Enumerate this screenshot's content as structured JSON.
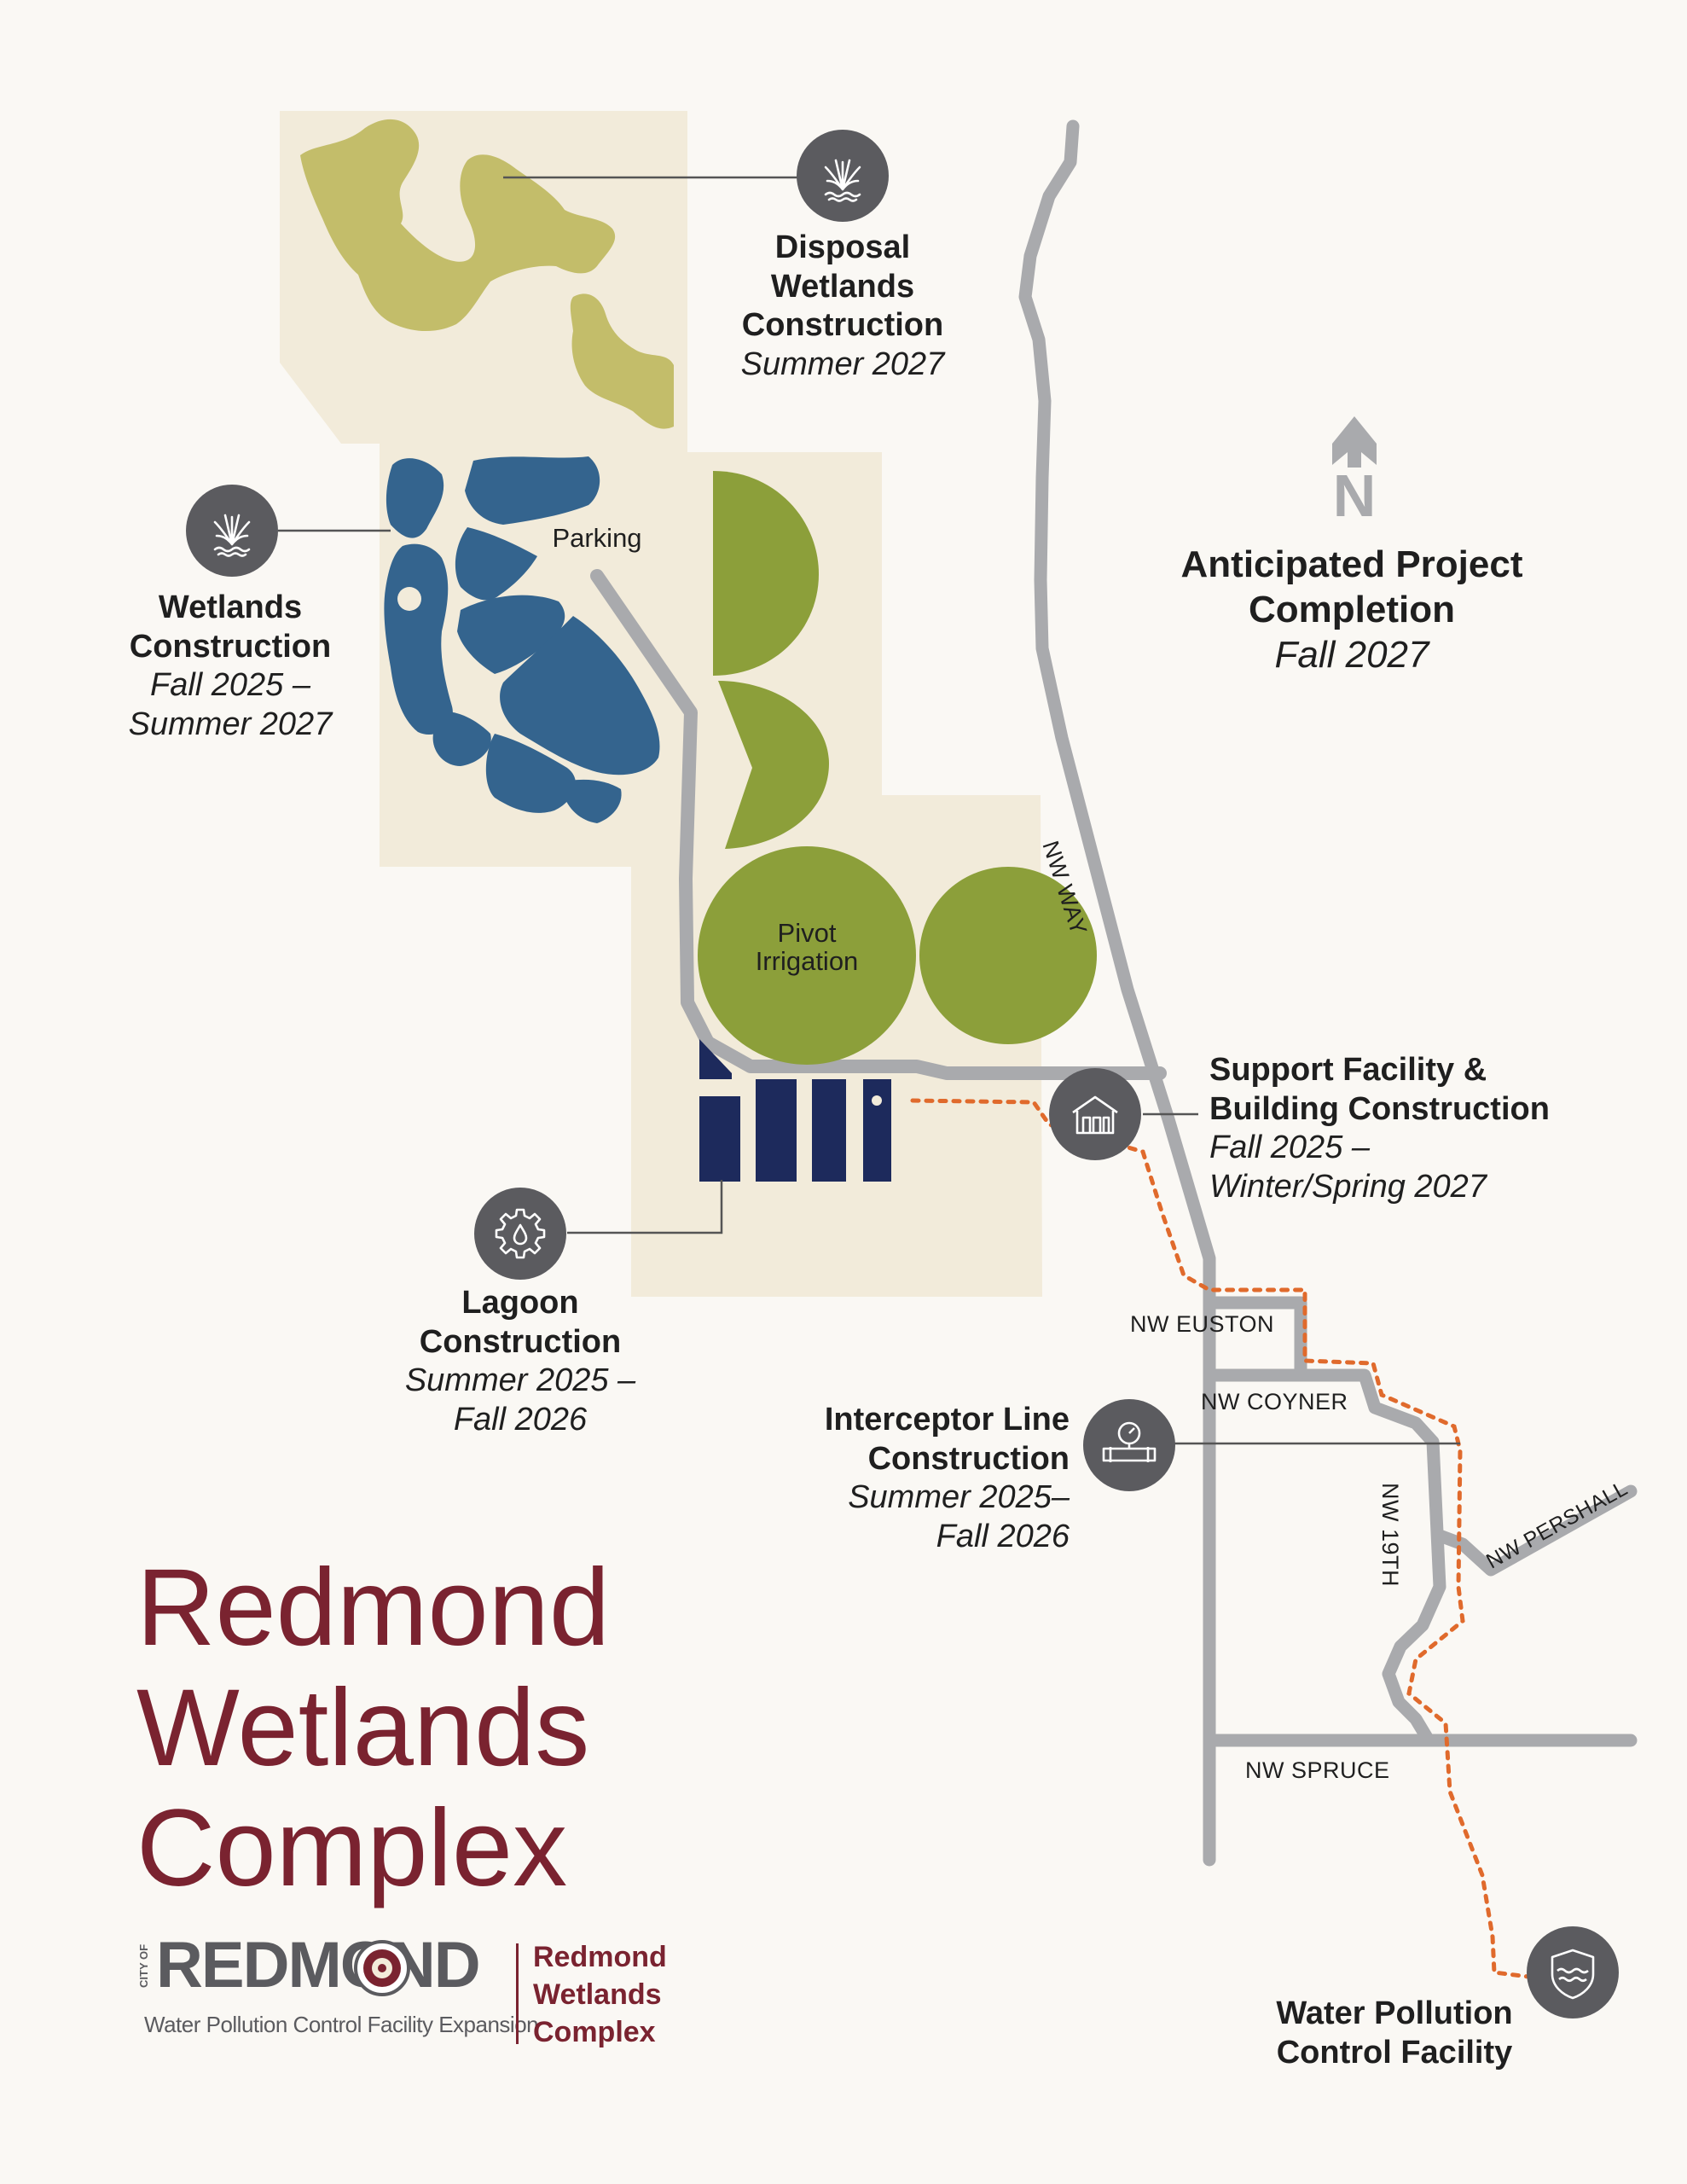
{
  "colors": {
    "background": "#faf8f4",
    "land": "#f2ebda",
    "disposal_wetlands": "#c3bd6a",
    "wetlands": "#34648e",
    "pivot_irrigation": "#8c9f3a",
    "lagoons": "#1d2a5c",
    "roads": "#a9aaad",
    "interceptor_line": "#e06a2c",
    "badge": "#5b5b5f",
    "title": "#7a2330"
  },
  "labels": {
    "disposal": {
      "title": [
        "Disposal",
        "Wetlands",
        "Construction"
      ],
      "date": [
        "Summer 2027"
      ]
    },
    "wetlands": {
      "title": [
        "Wetlands",
        "Construction"
      ],
      "date": [
        "Fall 2025 –",
        "Summer 2027"
      ]
    },
    "support": {
      "title": [
        "Support Facility &",
        "Building Construction"
      ],
      "date": [
        "Fall 2025 –",
        "Winter/Spring 2027"
      ]
    },
    "lagoon": {
      "title": [
        "Lagoon",
        "Construction"
      ],
      "date": [
        "Summer 2025 –",
        "Fall 2026"
      ]
    },
    "interceptor": {
      "title": [
        "Interceptor Line",
        "Construction"
      ],
      "date": [
        "Summer 2025–",
        "Fall 2026"
      ]
    },
    "wpcf": {
      "title": [
        "Water Pollution",
        "Control Facility"
      ]
    },
    "completion": {
      "title": [
        "Anticipated Project",
        "Completion"
      ],
      "date": [
        "Fall 2027"
      ]
    }
  },
  "areas": {
    "parking": "Parking",
    "pivot": [
      "Pivot",
      "Irrigation"
    ]
  },
  "streets": {
    "nw_way": "NW WAY",
    "nw_euston": "NW EUSTON",
    "nw_coyner": "NW COYNER",
    "nw_19th": "NW 19TH",
    "nw_pershall": "NW PERSHALL",
    "nw_spruce": "NW SPRUCE"
  },
  "compass": {
    "letter": "N"
  },
  "title": [
    "Redmond",
    "Wetlands",
    "Complex"
  ],
  "logo": {
    "city_of": "CITY OF",
    "name": "REDMOND",
    "subtitle": "Water Pollution Control Facility Expansion",
    "complex": [
      "Redmond",
      "Wetlands",
      "Complex"
    ]
  },
  "icons": {
    "disposal": "wetland-plant-icon",
    "wetlands": "wetland-plant-icon",
    "support": "building-icon",
    "lagoon": "gear-drop-icon",
    "interceptor": "pipe-gauge-icon",
    "wpcf": "shield-water-icon"
  }
}
